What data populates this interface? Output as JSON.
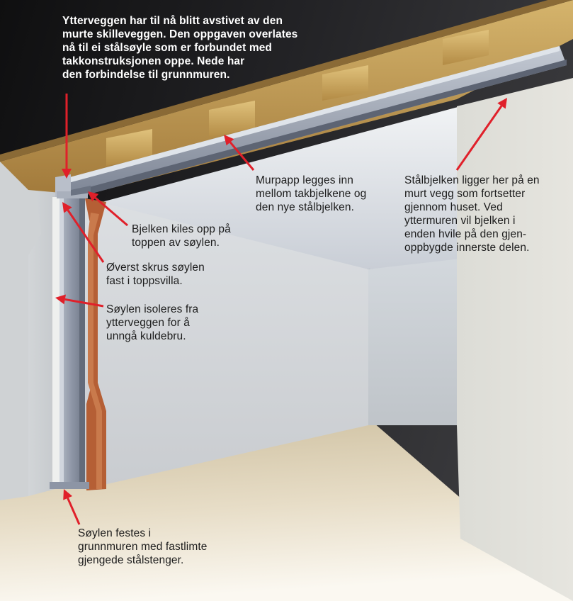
{
  "colors": {
    "arrow": "#e0202a",
    "steel": "#8e96a6",
    "wood": "#c8a35a",
    "wall": "#d8dcdf",
    "floor": "#d9ccb0",
    "ceiling_dark": "#1c1c1e",
    "membrane": "#b5582e"
  },
  "labels": {
    "top_note": [
      "Ytterveggen har til nå blitt avstivet av den",
      "murte skilleveggen. Den oppgaven overlates",
      "nå til ei stålsøyle som er forbundet med",
      "takkonstruksjonen oppe. Nede har",
      "den forbindelse til grunnmuren."
    ],
    "murpapp": [
      "Murpapp legges inn",
      "mellom takbjelkene og",
      "den nye stålbjelken."
    ],
    "beam_support": [
      "Stålbjelken ligger her på en",
      "murt vegg som fortsetter",
      "gjennom huset. Ved",
      "yttermuren vil bjelken i",
      "enden hvile på den gjen-",
      "oppbygde innerste delen."
    ],
    "wedge": [
      "Bjelken kiles opp på",
      "toppen av søylen."
    ],
    "screw": [
      "Øverst skrus søylen",
      "fast i toppsvilla."
    ],
    "insulate": [
      "Søylen isoleres fra",
      "ytterveggen for å",
      "unngå kuldebru."
    ],
    "anchor": [
      "Søylen festes i",
      "grunnmuren med fastlimte",
      "gjengede stålstenger."
    ]
  }
}
